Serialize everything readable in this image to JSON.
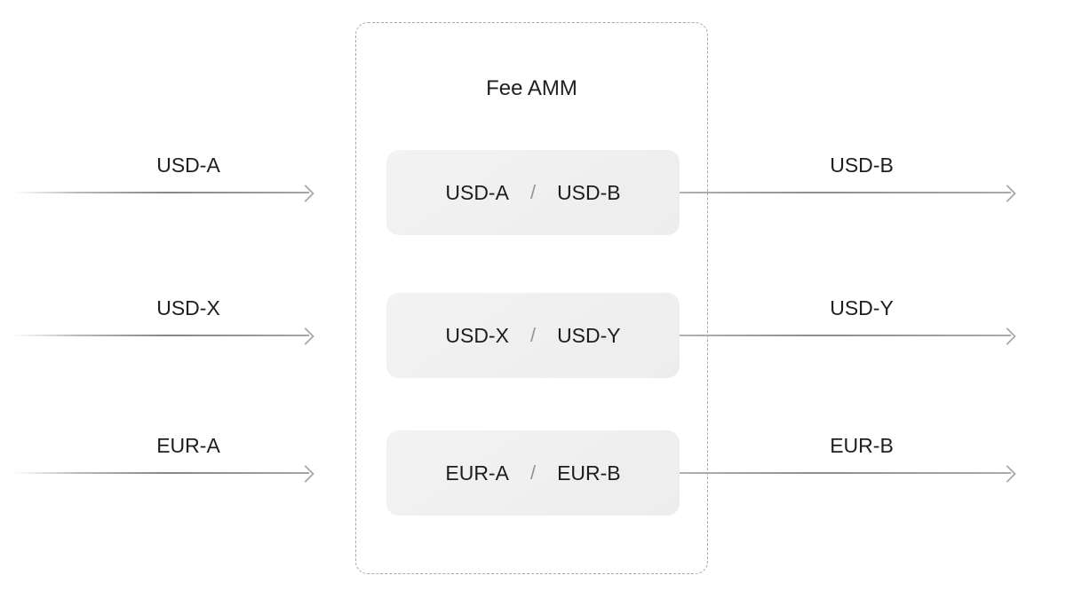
{
  "diagram": {
    "title": "Fee AMM",
    "separator": "/",
    "rows": [
      {
        "input_label": "USD-A",
        "pool_token_left": "USD-A",
        "pool_token_right": "USD-B",
        "output_label": "USD-B"
      },
      {
        "input_label": "USD-X",
        "pool_token_left": "USD-X",
        "pool_token_right": "USD-Y",
        "output_label": "USD-Y"
      },
      {
        "input_label": "EUR-A",
        "pool_token_left": "EUR-A",
        "pool_token_right": "EUR-B",
        "output_label": "EUR-B"
      }
    ],
    "colors": {
      "background": "#ffffff",
      "text": "#1e1e1e",
      "separator_text": "#949494",
      "arrow": "#9c9c9c",
      "dashed_border": "#a8a8a8",
      "pool_box_fill": "#f0f0f0"
    }
  }
}
